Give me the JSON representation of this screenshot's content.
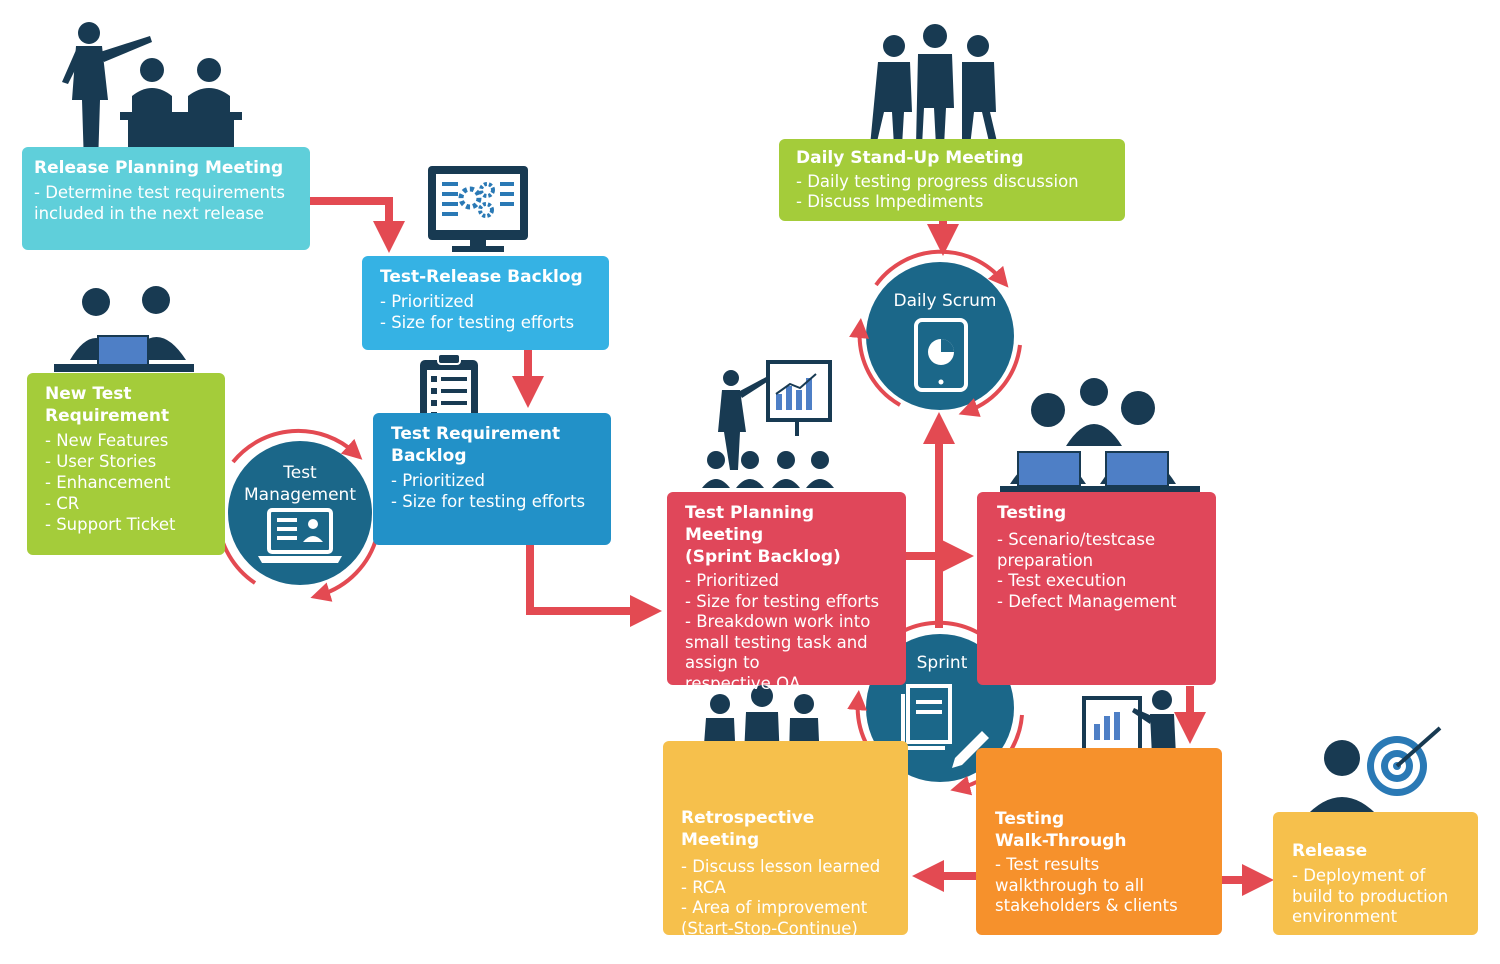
{
  "colors": {
    "teal": "#5fcfda",
    "sky": "#35b2e4",
    "blue": "#2291c8",
    "green": "#a4cc3a",
    "red": "#e0475a",
    "yellow": "#f6c04c",
    "orange": "#f6912c",
    "navy": "#183a52",
    "circle": "#1b6789",
    "arrow": "#e34a52"
  },
  "boxes": {
    "release_planning": {
      "title": "Release Planning Meeting",
      "items": [
        "- Determine test requirements\n  included in the next release"
      ]
    },
    "test_release_backlog": {
      "title": "Test-Release Backlog",
      "items": [
        "- Prioritized",
        "- Size for testing efforts"
      ]
    },
    "new_test_requirement": {
      "title": "New Test\nRequirement",
      "items": [
        "- New Features",
        "- User Stories",
        "- Enhancement",
        "- CR",
        "- Support Ticket"
      ]
    },
    "test_requirement_backlog": {
      "title": "Test Requirement\nBacklog",
      "items": [
        "- Prioritized",
        "- Size for testing efforts"
      ]
    },
    "daily_standup": {
      "title": "Daily Stand-Up Meeting",
      "items": [
        "- Daily testing progress discussion",
        "- Discuss Impediments"
      ]
    },
    "test_planning": {
      "title": "Test Planning Meeting\n(Sprint Backlog)",
      "items": [
        "- Prioritized",
        "- Size for testing efforts",
        "- Breakdown work into\n  small testing task and\n  assign to\n  respective QA"
      ]
    },
    "testing": {
      "title": "Testing",
      "items": [
        "- Scenario/testcase\n   preparation",
        "- Test execution",
        "- Defect Management"
      ]
    },
    "retrospective": {
      "title": "Retrospective Meeting",
      "items": [
        "- Discuss lesson learned",
        "- RCA",
        "- Area of improvement\n  (Start-Stop-Continue)"
      ]
    },
    "walkthrough": {
      "title": "Testing\nWalk-Through",
      "items": [
        "- Test results\n  walkthrough to all\n  stakeholders & clients"
      ]
    },
    "release": {
      "title": "Release",
      "items": [
        "- Deployment of\n  build to production\n  environment"
      ]
    }
  },
  "circles": {
    "test_management": {
      "label": "Test\nManagement",
      "icon": "laptop-profile-icon"
    },
    "daily_scrum": {
      "label": "Daily Scrum",
      "icon": "tablet-chart-icon"
    },
    "sprint": {
      "label": "Sprint",
      "icon": "notebook-pen-icon"
    }
  }
}
